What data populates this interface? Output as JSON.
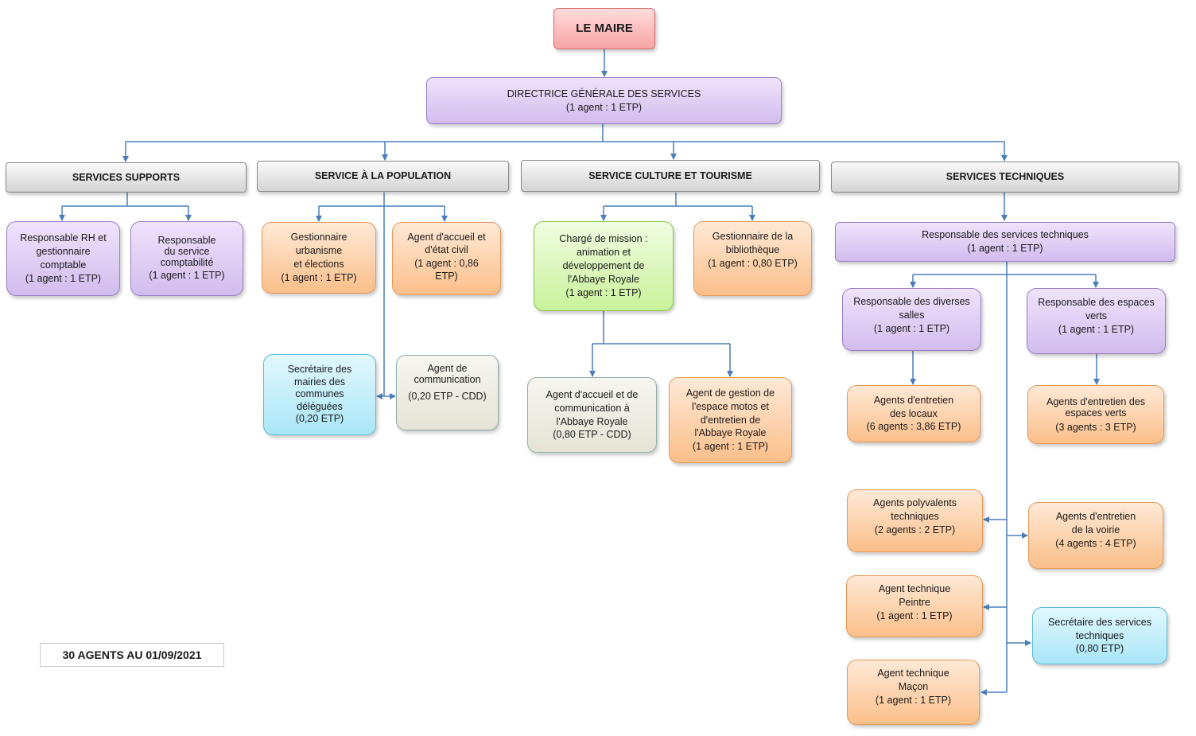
{
  "maire": {
    "label": "LE MAIRE"
  },
  "dgs": {
    "lines": [
      "DIRECTRICE GÉNÉRALE DES SERVICES",
      "(1 agent : 1 ETP)"
    ]
  },
  "services": {
    "supports": "SERVICES SUPPORTS",
    "population": "SERVICE À LA POPULATION",
    "culture": "SERVICE CULTURE ET TOURISME",
    "techniques": "SERVICES TECHNIQUES"
  },
  "supports": {
    "rh": [
      "Responsable RH  et",
      "gestionnaire",
      "comptable",
      "(1 agent :  1 ETP)"
    ],
    "compta": [
      "Responsable",
      "du service",
      "comptabilité",
      "(1 agent :   1 ETP)"
    ]
  },
  "population": {
    "urbanisme": [
      "Gestionnaire",
      "urbanisme",
      "et élections",
      "(1 agent : 1 ETP)"
    ],
    "accueil": [
      "Agent d'accueil  et",
      "d'état civil",
      "(1 agent : 0,86",
      "ETP)"
    ],
    "secretaire": [
      "Secrétaire des",
      "mairies des",
      "communes",
      "déléguées",
      "(0,20 ETP)"
    ],
    "communication": [
      "Agent de",
      "communication",
      "",
      "(0,20 ETP - CDD)"
    ]
  },
  "culture": {
    "charge": [
      "Chargé de mission :",
      "animation et",
      "développement de",
      "l'Abbaye Royale",
      "(1 agent : 1 ETP)"
    ],
    "bibliotheque": [
      "Gestionnaire de la",
      "bibliothèque",
      "(1 agent : 0,80 ETP)"
    ],
    "accueil_abbaye": [
      "Agent d'accueil et de",
      "communication à",
      "l'Abbaye Royale",
      "(0,80 ETP - CDD)"
    ],
    "gestion_motos": [
      "Agent de gestion  de",
      "l'espace motos et",
      "d'entretien de",
      "l'Abbaye Royale",
      "(1 agent : 1 ETP)"
    ]
  },
  "techniques": {
    "responsable": [
      "Responsable des services techniques",
      "(1 agent : 1 ETP)"
    ],
    "salles": [
      "Responsable des diverses",
      "salles",
      "(1 agent : 1 ETP)"
    ],
    "espaces_verts": [
      "Responsable des espaces",
      "verts",
      "(1 agent : 1 ETP)"
    ],
    "entretien_locaux": [
      "Agents d'entretien",
      "des locaux",
      "(6 agents : 3,86 ETP)"
    ],
    "entretien_espaces": [
      "Agents d'entretien des",
      "espaces verts",
      "(3 agents : 3 ETP)"
    ],
    "polyvalents": [
      "Agents polyvalents",
      "techniques",
      "(2 agents : 2 ETP)"
    ],
    "voirie": [
      "Agents d'entretien",
      "de la voirie",
      "(4 agents : 4 ETP)"
    ],
    "peintre": [
      "Agent technique",
      "Peintre",
      "(1 agent : 1 ETP)"
    ],
    "secretaire_st": [
      "Secrétaire des services",
      "techniques",
      "(0,80 ETP)"
    ],
    "macon": [
      "Agent technique",
      "Maçon",
      "(1 agent : 1 ETP)"
    ]
  },
  "footer": {
    "label": "30  AGENTS AU 01/09/2021"
  },
  "colors": {
    "connector": "#4a7ebb",
    "maire": "#f7a5a5",
    "dgs": "#d2bcee",
    "service_header": "#d4d4d4",
    "orange": "#fbbf8a",
    "green": "#c9f29a",
    "blue": "#a9e6f7",
    "beige": "#e6e3d6"
  }
}
